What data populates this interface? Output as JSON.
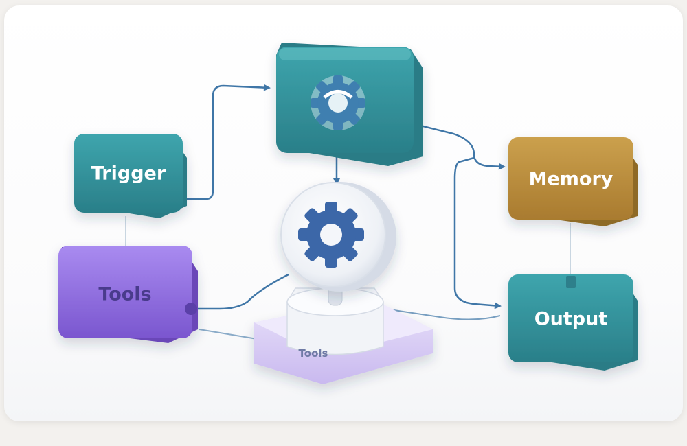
{
  "nodes": {
    "trigger": {
      "label": "Trigger",
      "color": "#3a9aa3"
    },
    "memory": {
      "label": "Memory",
      "color": "#b68a3c"
    },
    "output": {
      "label": "Output",
      "color": "#3a9aa3"
    },
    "tools": {
      "label": "Tools",
      "color": "#8b6ad8"
    },
    "agent": {
      "label": "",
      "color": "#3a9aa3",
      "icon": "gear-icon"
    },
    "engine": {
      "label": "",
      "icon": "gear-icon",
      "color": "#365f9f"
    },
    "base": {
      "label": "Tools",
      "color": "#c7b8ee"
    }
  },
  "colors": {
    "connector": "#3f76a7",
    "background": "#ffffff"
  }
}
